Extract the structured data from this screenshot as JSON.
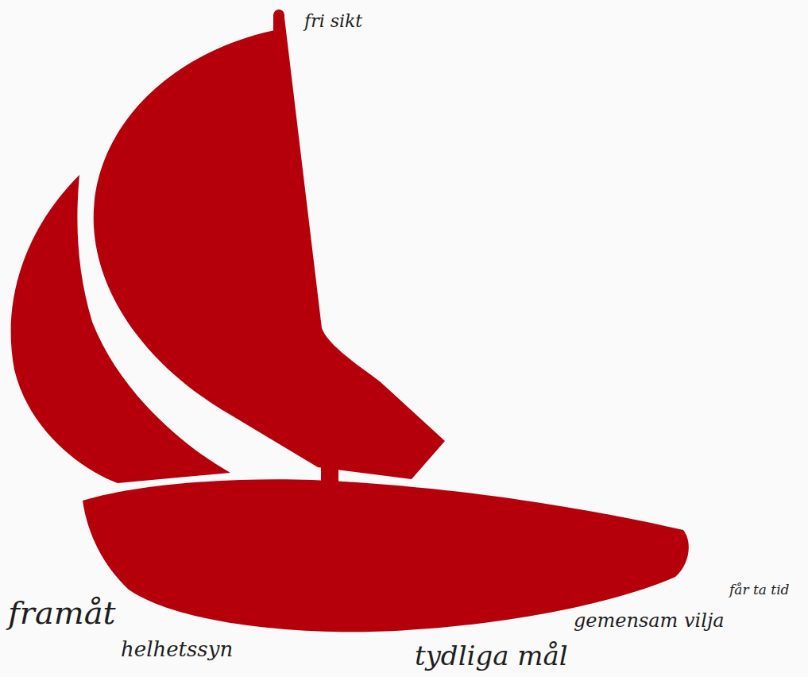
{
  "diagram": {
    "labels": [
      "fri sikt",
      "får ta tid",
      "framåt",
      "gemensam vilja",
      "helhetssyn",
      "tydliga mål"
    ]
  }
}
